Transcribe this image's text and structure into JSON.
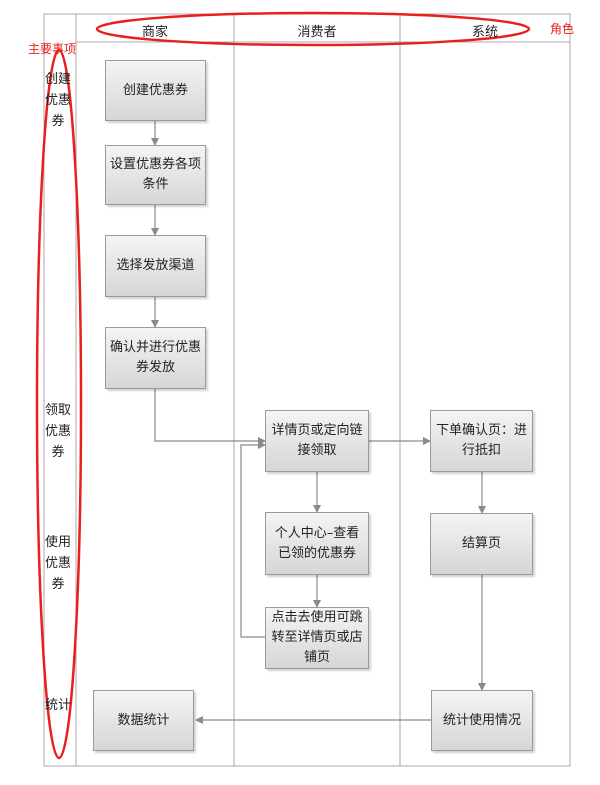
{
  "columns": [
    "商家",
    "消费者",
    "系统"
  ],
  "rows": [
    "创建优惠券",
    "领取优惠券",
    "使用优惠券",
    "统计"
  ],
  "boxes": {
    "create": "创建优惠券",
    "set_conditions": "设置优惠券各项条件",
    "select_channel": "选择发放渠道",
    "confirm_issue": "确认并进行优惠券发放",
    "detail_page": "详情页或定向链接领取",
    "personal_center": "个人中心–查看已领的优惠券",
    "click_use": "点击去使用可跳转至详情页或店铺页",
    "order_confirm": "下单确认页：进行抵扣",
    "checkout": "结算页",
    "usage_stats": "统计使用情况",
    "data_stats": "数据统计"
  },
  "annotations": {
    "role": "角色",
    "main_items": "主要事项"
  },
  "colors": {
    "annotation": "#e8201c",
    "line": "#8a8a8a",
    "box_fill_top": "#f4f4f4",
    "box_fill_bottom": "#d6d6d6"
  }
}
